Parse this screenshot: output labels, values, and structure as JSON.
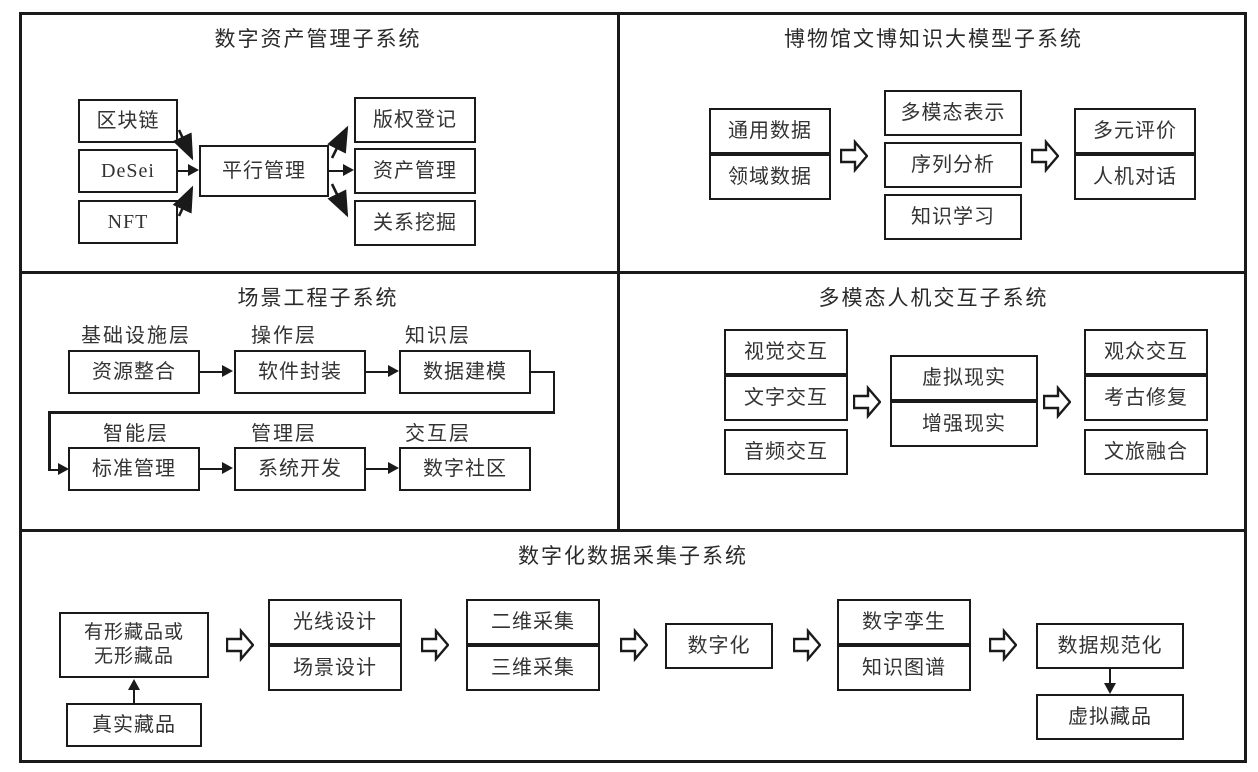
{
  "diagram": {
    "title_note": "Museum digital system architecture - four subsystem quadrants",
    "sections": [
      {
        "id": "digital-asset-management",
        "title": "数字资产管理子系统",
        "inputs": [
          "区块链",
          "DeSei",
          "NFT"
        ],
        "hub": "平行管理",
        "outputs": [
          "版权登记",
          "资产管理",
          "关系挖掘"
        ]
      },
      {
        "id": "museum-knowledge-llm",
        "title": "博物馆文博知识大模型子系统",
        "inputs": [
          "通用数据",
          "领域数据"
        ],
        "middle": [
          "多模态表示",
          "序列分析",
          "知识学习"
        ],
        "outputs": [
          "多元评价",
          "人机对话"
        ]
      },
      {
        "id": "scene-engineering",
        "title": "场景工程子系统",
        "layer_labels": [
          "基础设施层",
          "操作层",
          "知识层",
          "智能层",
          "管理层",
          "交互层"
        ],
        "row1": [
          "资源整合",
          "软件封装",
          "数据建模"
        ],
        "row2": [
          "标准管理",
          "系统开发",
          "数字社区"
        ]
      },
      {
        "id": "multimodal-interaction",
        "title": "多模态人机交互子系统",
        "inputs": [
          "视觉交互",
          "文字交互",
          "音频交互"
        ],
        "middle": [
          "虚拟现实",
          "增强现实"
        ],
        "outputs": [
          "观众交互",
          "考古修复",
          "文旅融合"
        ]
      },
      {
        "id": "digital-data-collection",
        "title": "数字化数据采集子系统",
        "source": "有形藏品或无形藏品",
        "source_line1": "有形藏品或",
        "source_line2": "无形藏品",
        "feeder": "真实藏品",
        "design": [
          "光线设计",
          "场景设计"
        ],
        "capture": [
          "二维采集",
          "三维采集"
        ],
        "digitize": "数字化",
        "modeling": [
          "数字孪生",
          "知识图谱"
        ],
        "normalize": "数据规范化",
        "result": "虚拟藏品"
      }
    ],
    "colors": {
      "line": "#1a1a1a",
      "text": "#333333",
      "background": "#ffffff"
    }
  }
}
